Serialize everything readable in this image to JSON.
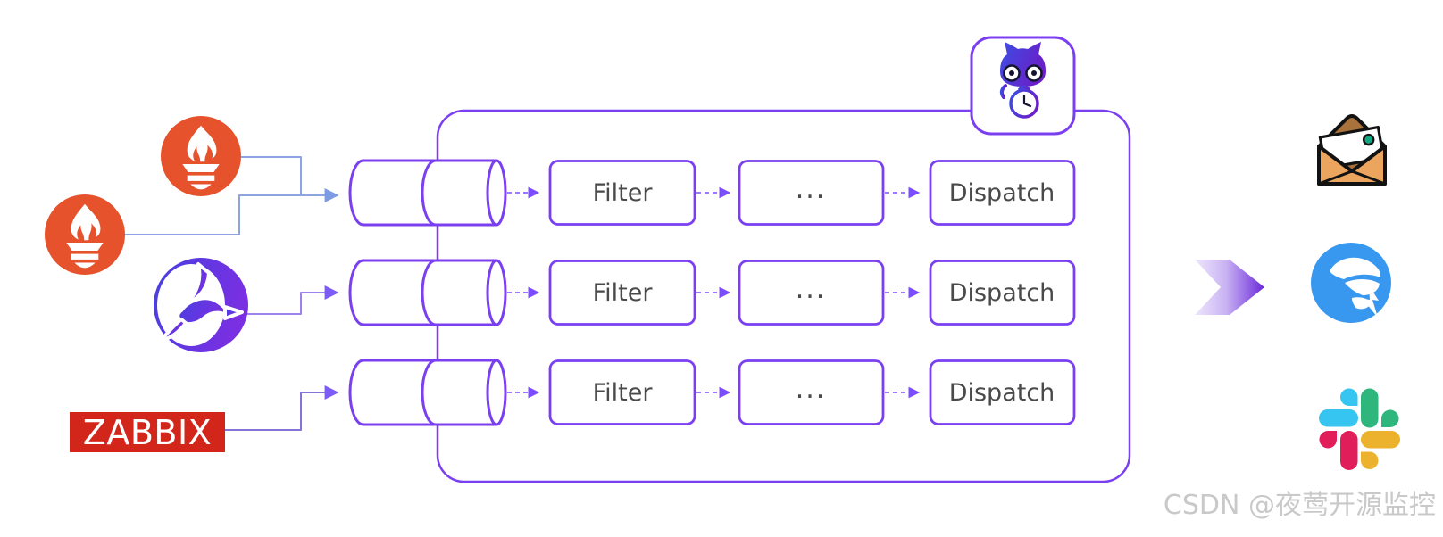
{
  "pipeline": {
    "rows": [
      {
        "stages": [
          {
            "label": "Filter"
          },
          {
            "label": "..."
          },
          {
            "label": "Dispatch"
          }
        ]
      },
      {
        "stages": [
          {
            "label": "Filter"
          },
          {
            "label": "..."
          },
          {
            "label": "Dispatch"
          }
        ]
      },
      {
        "stages": [
          {
            "label": "Filter"
          },
          {
            "label": "..."
          },
          {
            "label": "Dispatch"
          }
        ]
      }
    ]
  },
  "sources": {
    "zabbix_label": "ZABBIX",
    "icons": [
      "prometheus-icon",
      "prometheus-icon",
      "nightingale-bird-icon",
      "zabbix-logo"
    ]
  },
  "destinations": {
    "icons": [
      "email-envelope-icon",
      "dingtalk-icon",
      "slack-icon"
    ]
  },
  "mascot": {
    "icon": "flashduty-cat-clock-icon"
  },
  "watermark": {
    "text": "CSDN @夜莺开源监控"
  },
  "colors": {
    "accent_purple": "#7B3FF2",
    "dashed_arrow": "#7C4DFF",
    "prometheus_orange": "#E6522C",
    "zabbix_red": "#D3261B",
    "dingtalk_blue": "#3898F0",
    "slack_blue": "#36C5F0",
    "slack_green": "#2EB67D",
    "slack_red": "#E01E5A",
    "slack_yellow": "#ECB22E",
    "envelope_body": "#EBA55F",
    "envelope_flap": "#A9713C",
    "envelope_dot_green": "#0FA883",
    "box_text": "#4A4A4A",
    "watermark_gray": "#C9C9C9",
    "source_line_blue": "#8CA4E0",
    "source_line_violet": "#9C82EE"
  }
}
